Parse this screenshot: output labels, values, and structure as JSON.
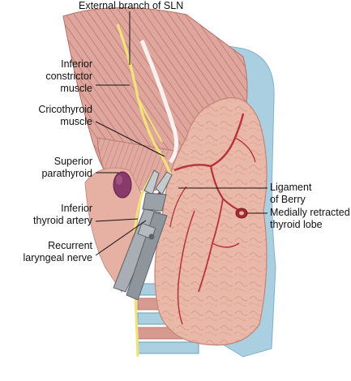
{
  "labels": {
    "external_branch_sln": "External branch of SLN",
    "inferior_constrictor": [
      "Inferior",
      "constrictor",
      "muscle"
    ],
    "cricothyroid": [
      "Cricothyroid",
      "muscle"
    ],
    "superior_parathyroid": [
      "Superior",
      "parathyroid"
    ],
    "inferior_thyroid_artery": [
      "Inferior",
      "thyroid artery"
    ],
    "recurrent_laryngeal_nerve": [
      "Recurrent",
      "laryngeal nerve"
    ],
    "ligament_of_berry": [
      "Ligament",
      "of Berry"
    ],
    "medially_retracted_lobe": [
      "Medially retracted",
      "thyroid lobe"
    ]
  },
  "colors": {
    "muscle": "#d9a097",
    "muscle_stripe": "#c07a72",
    "cartilage": "#a9cfe0",
    "thyroid": "#e8b4a4",
    "thyroid_shade": "#d89a88",
    "nerve": "#f2e27a",
    "artery": "#b8323a",
    "parathyroid": "#8a3a6a",
    "clamp": "#9aa1a8",
    "leader_line": "#111111"
  }
}
